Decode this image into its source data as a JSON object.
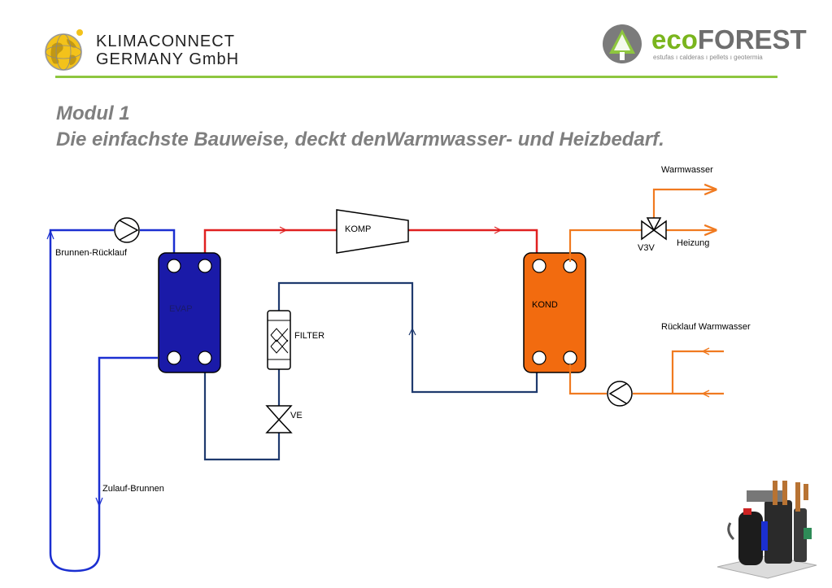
{
  "header": {
    "left_logo": {
      "line1": "KLIMACONNECT",
      "line2": "GERMANY GmbH"
    },
    "right_logo": {
      "brand_green": "eco",
      "brand_grey": "FOREST",
      "tagline": "estufas ı calderas ı pellets ı geotermia"
    }
  },
  "title": {
    "line1": "Modul 1",
    "line2": "Die einfachste Bauweise, deckt denWarmwasser- und Heizbedarf."
  },
  "diagram": {
    "labels": {
      "brunnen_ruecklauf": "Brunnen-Rücklauf",
      "zulauf_brunnen": "Zulauf-Brunnen",
      "evap": "EVAP",
      "komp": "KOMP",
      "filter": "FILTER",
      "ve": "VE",
      "kond": "KOND",
      "v3v": "V3V",
      "warmwasser": "Warmwasser",
      "heizung": "Heizung",
      "ruecklauf_warmwasser": "Rücklauf Warmwasser"
    }
  },
  "colors": {
    "accent_green": "#8ec63f",
    "title_grey": "#7f7f7f",
    "well_line": "#1b2fd1",
    "refrigerant_hot": "#e02020",
    "refrigerant_cold": "#1f3a6e",
    "heating_line": "#f07a20",
    "evap_fill": "#1a1aa8",
    "kond_fill": "#f26b0f"
  }
}
